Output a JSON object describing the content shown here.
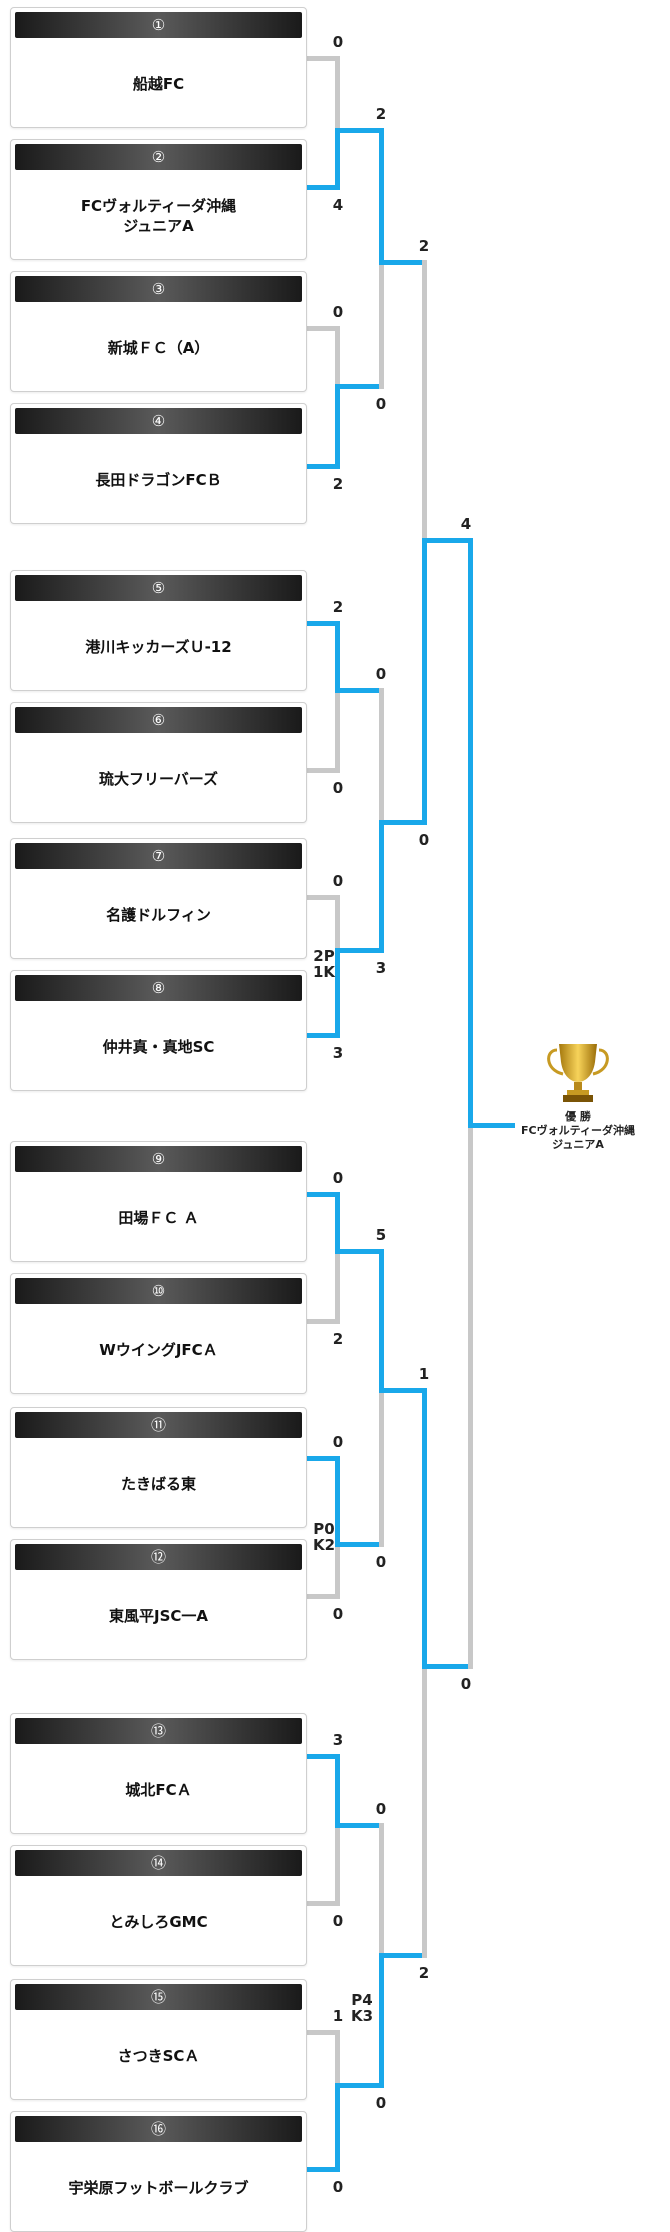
{
  "teams": [
    {
      "seed": "①",
      "name": "船越FC"
    },
    {
      "seed": "②",
      "name": "FCヴォルティーダ沖縄\nジュニアA"
    },
    {
      "seed": "③",
      "name": "新城ＦＣ（A）"
    },
    {
      "seed": "④",
      "name": "長田ドラゴンFCＢ"
    },
    {
      "seed": "⑤",
      "name": "港川キッカーズＵ-12"
    },
    {
      "seed": "⑥",
      "name": "琉大フリーバーズ"
    },
    {
      "seed": "⑦",
      "name": "名護ドルフィン"
    },
    {
      "seed": "⑧",
      "name": "仲井真・真地SC"
    },
    {
      "seed": "⑨",
      "name": "田場ＦＣ Ａ"
    },
    {
      "seed": "⑩",
      "name": "WウイングJFCＡ"
    },
    {
      "seed": "⑪",
      "name": "たきばる東"
    },
    {
      "seed": "⑫",
      "name": "東風平JSC一A"
    },
    {
      "seed": "⑬",
      "name": "城北FCＡ"
    },
    {
      "seed": "⑭",
      "name": "とみしろGMC"
    },
    {
      "seed": "⑮",
      "name": "さつきSCＡ"
    },
    {
      "seed": "⑯",
      "name": "宇栄原フットボールクラブ"
    }
  ],
  "scores": {
    "r1": [
      "0",
      "4",
      "0",
      "2",
      "2",
      "0",
      "0",
      "3",
      "0",
      "2",
      "0",
      "0",
      "3",
      "0",
      "1",
      "0"
    ],
    "r1_pk": {
      "m4_top": "2P\n1K",
      "m6_top": "P0\nK2",
      "m8_top": "P4\nK3"
    },
    "r2": [
      "2",
      "0",
      "0",
      "3",
      "5",
      "0",
      "0",
      "0"
    ],
    "r3": [
      "2",
      "0",
      "1",
      "2"
    ],
    "r4": [
      "4",
      "0"
    ]
  },
  "champion": {
    "title": "優 勝",
    "team": "FCヴォルティーダ沖縄\nジュニアA"
  },
  "colors": {
    "winner_line": "#19a8ea",
    "loser_line": "#c8c8c8"
  }
}
